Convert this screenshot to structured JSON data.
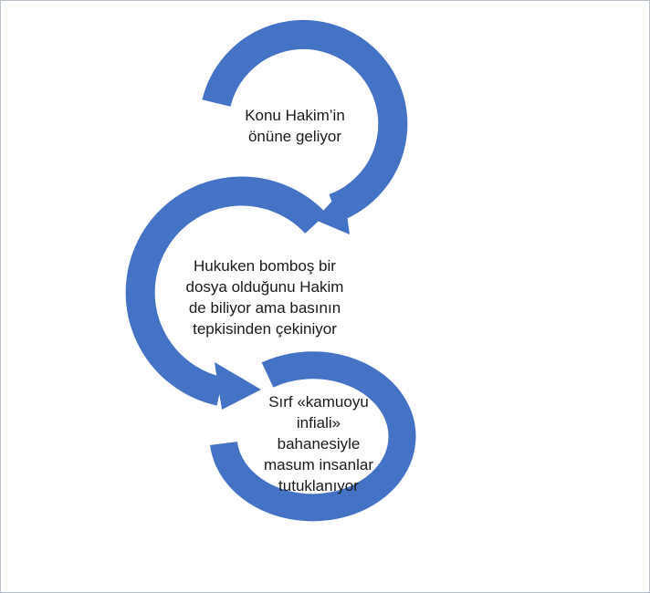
{
  "diagram": {
    "arrow_color": "#4472c4",
    "steps": [
      {
        "lines": [
          "Konu Hakim’in",
          "önüne geliyor"
        ]
      },
      {
        "lines": [
          "Hukuken bomboş bir",
          "dosya olduğunu Hakim",
          "de biliyor ama basının",
          "tepkisinden çekiniyor"
        ]
      },
      {
        "lines": [
          "Sırf «kamuoyu",
          "infiali»",
          "bahanesiyle",
          "masum insanlar",
          "tutuklanıyor"
        ]
      }
    ]
  }
}
